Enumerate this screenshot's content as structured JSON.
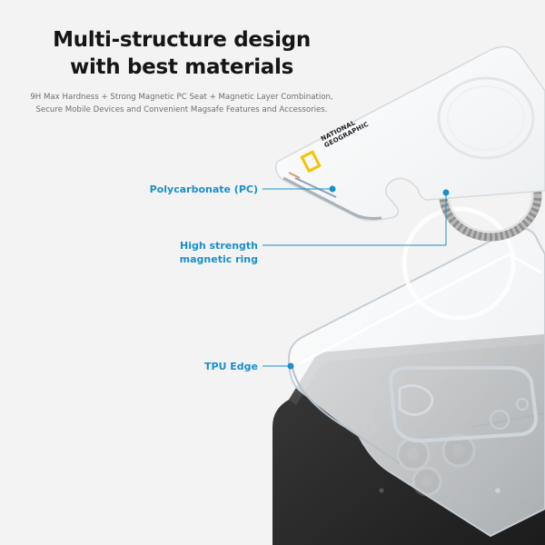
{
  "headline": {
    "line1": "Multi-structure design",
    "line2": "with best materials"
  },
  "subtitle": {
    "line1": "9H Max Hardness + Strong Magnetic PC Seat + Magnetic Layer Combination,",
    "line2": "Secure Mobile Devices and Convenient Magsafe Features and Accessories."
  },
  "brand": {
    "line1": "NATIONAL",
    "line2": "GEOGRAPHIC",
    "logo_color": "#f5c400"
  },
  "callouts": [
    {
      "label_line1": "Polycarbonate (PC)",
      "label_line2": ""
    },
    {
      "label_line1": "High strength",
      "label_line2": "magnetic ring"
    },
    {
      "label_line1": "TPU Edge",
      "label_line2": ""
    }
  ],
  "colors": {
    "accent": "#1a8fcd",
    "headline": "#151515",
    "background": "#f3f3f3",
    "phone_body": "#2b2b2b"
  }
}
